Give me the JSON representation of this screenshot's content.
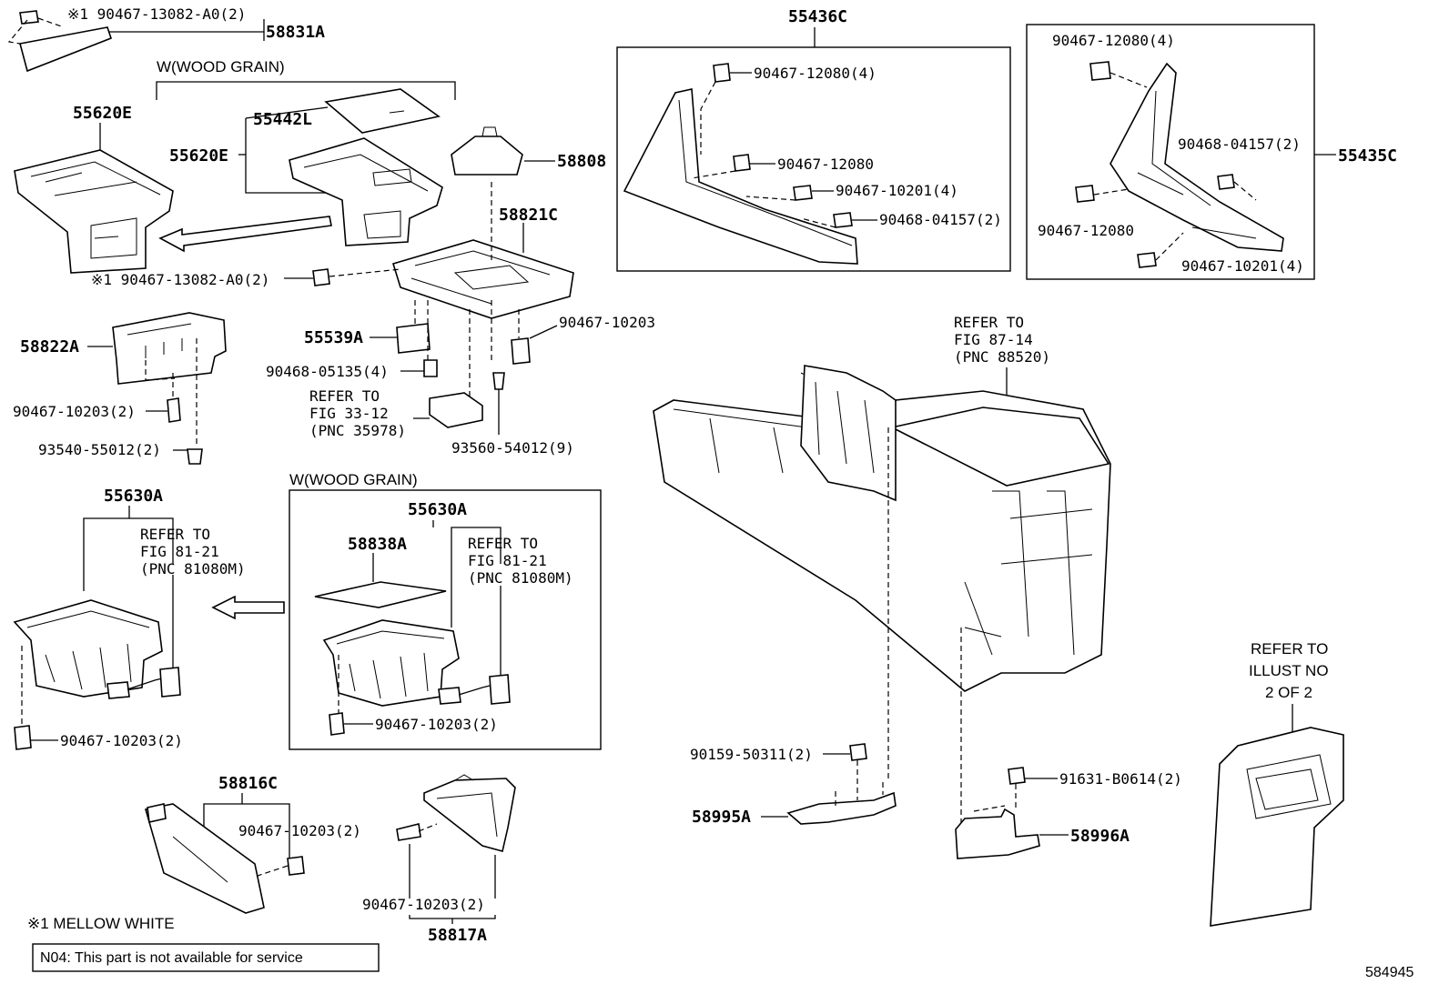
{
  "labels": {
    "l_58831A": "58831A",
    "l_clip_top": "※1 90467-13082-A0(2)",
    "l_wood1": "W(WOOD GRAIN)",
    "l_55620E_a": "55620E",
    "l_55620E_b": "55620E",
    "l_55442L": "55442L",
    "l_58808": "58808",
    "l_58821C": "58821C",
    "l_clip_mid": "※1 90467-13082-A0(2)",
    "l_58822A": "58822A",
    "l_55539A": "55539A",
    "l_90467_10203_a": "90467-10203",
    "l_90468_05135": "90468-05135(4)",
    "l_90467_10203_b": "90467-10203(2)",
    "l_ref_33_1": "REFER TO",
    "l_ref_33_2": "FIG 33-12",
    "l_ref_33_3": "(PNC 35978)",
    "l_93540": "93540-55012(2)",
    "l_93560": "93560-54012(9)",
    "l_55436C": "55436C",
    "l_12080_4a": "90467-12080(4)",
    "l_12080a": "90467-12080",
    "l_10201_4a": "90467-10201(4)",
    "l_04157_2a": "90468-04157(2)",
    "l_12080_4b": "90467-12080(4)",
    "l_04157_2b": "90468-04157(2)",
    "l_55435C": "55435C",
    "l_12080b": "90467-12080",
    "l_10201_4b": "90467-10201(4)",
    "l_ref_87_1": "REFER TO",
    "l_ref_87_2": "FIG 87-14",
    "l_ref_87_3": "(PNC 88520)",
    "l_wood2": "W(WOOD GRAIN)",
    "l_55630A_a": "55630A",
    "l_ref_81a_1": "REFER TO",
    "l_ref_81a_2": "FIG 81-21",
    "l_ref_81a_3": "(PNC 81080M)",
    "l_55630A_b": "55630A",
    "l_58838A": "58838A",
    "l_ref_81b_1": "REFER TO",
    "l_ref_81b_2": "FIG 81-21",
    "l_ref_81b_3": "(PNC 81080M)",
    "l_10203_2a": "90467-10203(2)",
    "l_10203_2b": "90467-10203(2)",
    "l_58816C": "58816C",
    "l_10203_2c": "90467-10203(2)",
    "l_10203_2d": "90467-10203(2)",
    "l_58817A": "58817A",
    "l_90159": "90159-50311(2)",
    "l_58995A": "58995A",
    "l_91631": "91631-B0614(2)",
    "l_58996A": "58996A",
    "l_ref_ill_1": "REFER TO",
    "l_ref_ill_2": "ILLUST NO",
    "l_ref_ill_3": "2 OF 2",
    "l_note1": "※1 MELLOW WHITE",
    "l_note2": "N04: This part is not available for service",
    "l_id": "584945"
  }
}
